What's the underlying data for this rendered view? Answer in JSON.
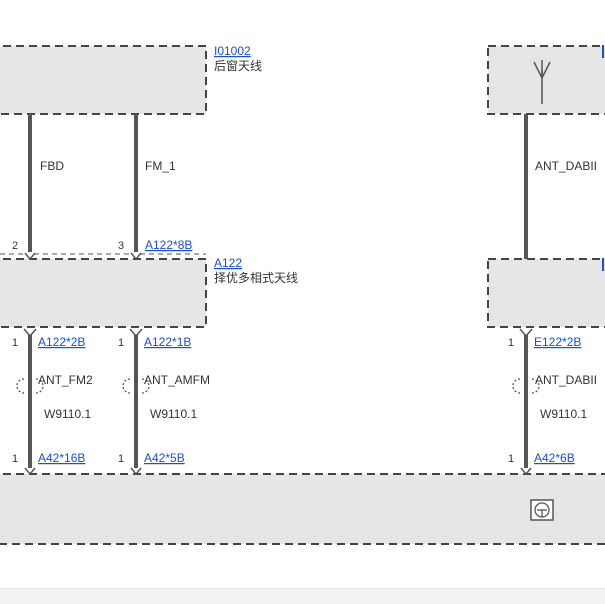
{
  "components": {
    "rear_window_antenna": {
      "code": "I01002",
      "name": "后窗天线"
    },
    "diversity_antenna": {
      "code": "A122",
      "name": "择优多相式天线"
    }
  },
  "wires": {
    "fbd": "FBD",
    "fm1": "FM_1",
    "ant_dab_top": "ANT_DABII",
    "ant_fm2": "ANT_FM2",
    "ant_amfm": "ANT_AMFM",
    "ant_dab_bottom": "ANT_DABII",
    "cable1": "W9110.1",
    "cable2": "W9110.1",
    "cable3": "W9110.1"
  },
  "pins": {
    "p_2": "2",
    "p_3": "3",
    "a122_8b": "A122*8B",
    "p_1a": "1",
    "a122_2b": "A122*2B",
    "p_1b": "1",
    "a122_1b": "A122*1B",
    "p_1c": "1",
    "e122_2b": "E122*2B",
    "p_1d": "1",
    "a42_16b": "A42*16B",
    "p_1e": "1",
    "a42_5b": "A42*5B",
    "p_1f": "1",
    "a42_6b": "A42*6B"
  },
  "icons": {
    "antenna": "antenna-symbol-icon",
    "ground": "ground-symbol-icon"
  }
}
